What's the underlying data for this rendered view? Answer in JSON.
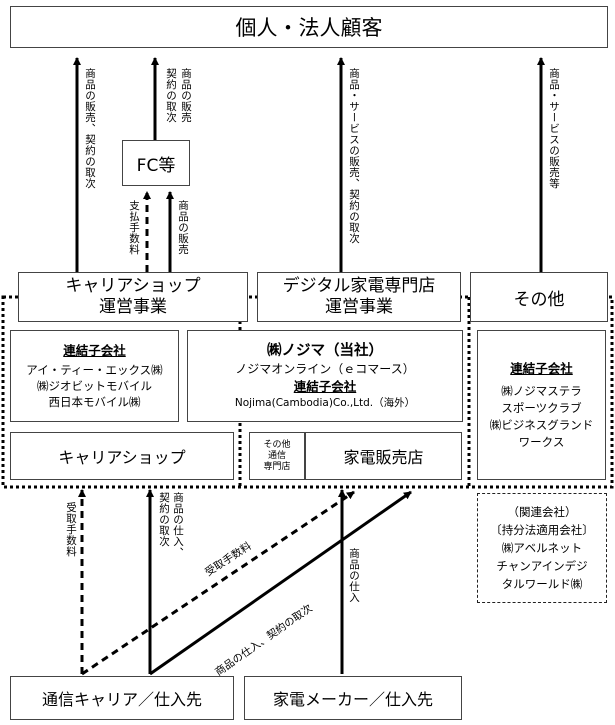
{
  "top_customer": "個人・法人顧客",
  "fc": "FC等",
  "segments": {
    "carrier": [
      "キャリアショップ",
      "運営事業"
    ],
    "digital": [
      "デジタル家電専門店",
      "運営事業"
    ],
    "other": "その他"
  },
  "carrier_subs": {
    "heading": "連結子会社",
    "lines": [
      "アイ・ティー・エックス㈱",
      "㈱ジオビットモバイル",
      "西日本モバイル㈱"
    ]
  },
  "carrier_shop": "キャリアショップ",
  "nojima": {
    "company": "㈱ノジマ（当社）",
    "online": "ノジマオンライン（ｅコマース）",
    "heading": "連結子会社",
    "overseas": "Nojima(Cambodia)Co.,Ltd.（海外）"
  },
  "other_stores": [
    "その他",
    "通信",
    "専門店"
  ],
  "appliance_store": "家電販売店",
  "other_subs": {
    "heading": "連結子会社",
    "lines": [
      "㈱ノジマステラ",
      "スポーツクラブ",
      "㈱ビジネスグランド",
      "ワークス"
    ]
  },
  "affiliates": {
    "lines": [
      "（関連会社）",
      "〔持分法適用会社〕",
      "㈱アベルネット",
      "チャンアインデジ",
      "タルワールド㈱"
    ]
  },
  "bottom": {
    "carrier": "通信キャリア／仕入先",
    "maker": "家電メーカー／仕入先"
  },
  "arrow_labels": {
    "carrier_to_customer": "商品の販売、契約の取次",
    "fc_to_customer": [
      "商品の販売",
      "契約の取次"
    ],
    "carrier_to_fc_fee": "支払手数料",
    "fc_sales": "商品の販売",
    "digital_to_customer": "商品・サービスの販売、契約の取次",
    "other_to_customer": "商品・サービスの販売等",
    "fee_received_left": "受取手数料",
    "supply_left": [
      "商品の仕入、",
      "契約の取次"
    ],
    "fee_received_diag": "受取手数料",
    "supply_diag": "商品の仕入、契約の取次",
    "maker_supply": "商品の仕入"
  }
}
